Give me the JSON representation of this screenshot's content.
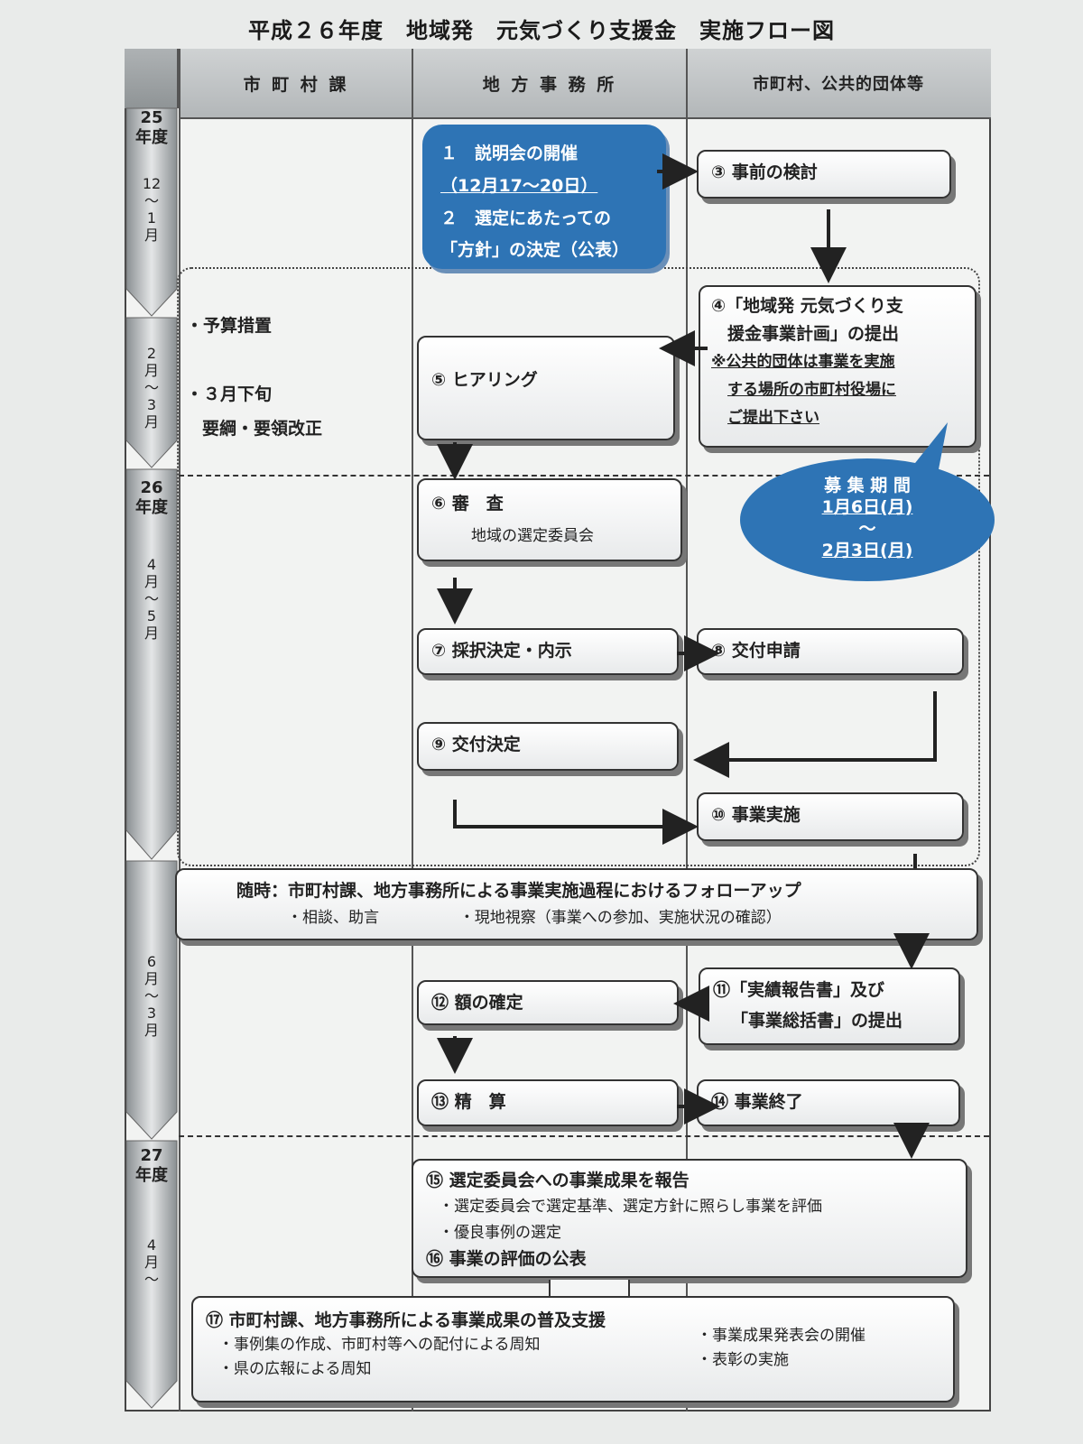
{
  "title": "平成２６年度　地域発　元気づくり支援金　実施フロー図",
  "lanes": {
    "municipal_division": "市 町 村 課",
    "regional_office": "地 方 事 務 所",
    "municipalities": "市町村、公共的団体等"
  },
  "timeline": {
    "p1_year": "25\n年度",
    "p1_month": "12\n～\n1\n月",
    "p2_month": "2\n月\n～\n3\n月",
    "p3_year": "26\n年度",
    "p3_month": "4\n月\n～\n5\n月",
    "p4_month": "6\n月\n～\n3\n月",
    "p5_year": "27\n年度",
    "p5_month": "4\n月\n～"
  },
  "notes": {
    "budget": "・予算措置",
    "late_march": "・３月下旬",
    "revision": "要綱・要領改正"
  },
  "steps": {
    "s1": "１　説明会の開催",
    "s1_date": "（12月17～20日）",
    "s2": "２　選定にあたっての",
    "s2b": "「方針」の決定（公表）",
    "s3": "③ 事前の検討",
    "s4a": "④「地域発 元気づくり支",
    "s4b": "援金事業計画」の提出",
    "s4c": "※公共的団体は事業を実施",
    "s4d": "する場所の市町村役場に",
    "s4e": "ご提出下さい",
    "s5": "⑤ ヒアリング",
    "s6": "⑥ 審　査",
    "s6_sub": "地域の選定委員会",
    "s7": "⑦ 採択決定・内示",
    "s8": "⑧ 交付申請",
    "s9": "⑨ 交付決定",
    "s10": "⑩ 事業実施",
    "followup": "随時：市町村課、地方事務所による事業実施過程におけるフォローアップ",
    "followup_sub1": "・相談、助言",
    "followup_sub2": "・現地視察（事業への参加、実施状況の確認）",
    "s11a": "⑪「実績報告書」及び",
    "s11b": "「事業総括書」の提出",
    "s12": "⑫ 額の確定",
    "s13": "⑬ 精　算",
    "s14": "⑭ 事業終了",
    "s15": "⑮ 選定委員会への事業成果を報告",
    "s15_sub1": "・選定委員会で選定基準、選定方針に照らし事業を評価",
    "s15_sub2": "・優良事例の選定",
    "s16": "⑯ 事業の評価の公表",
    "s17": "⑰ 市町村課、地方事務所による事業成果の普及支援",
    "s17_sub1": "・事例集の作成、市町村等への配付による周知",
    "s17_sub2": "・県の広報による周知",
    "s17_sub3": "・事業成果発表会の開催",
    "s17_sub4": "・表彰の実施"
  },
  "recruitment": {
    "label": "募 集 期 間",
    "start": "1月6日(月)",
    "tilde": "～",
    "end": "2月3日(月)"
  },
  "colors": {
    "accent_blue": "#2e74b5",
    "line": "#333333"
  }
}
